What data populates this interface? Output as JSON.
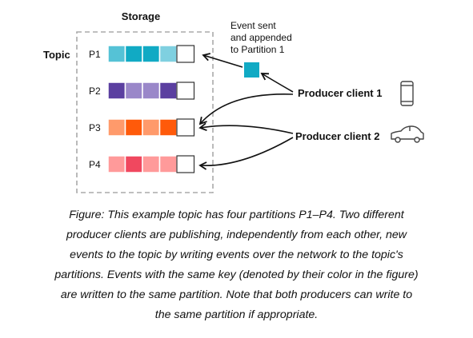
{
  "storage_label": "Storage",
  "topic_label": "Topic",
  "event_note": [
    "Event sent",
    "and appended",
    "to Partition 1"
  ],
  "partitions": [
    {
      "label": "P1",
      "cells": [
        "#55c2d6",
        "#11aac4",
        "#11aac4",
        "#7fd0e0",
        "#ffffff"
      ]
    },
    {
      "label": "P2",
      "cells": [
        "#5b3fa0",
        "#9a87c9",
        "#9a87c9",
        "#5b3fa0",
        "#ffffff"
      ]
    },
    {
      "label": "P3",
      "cells": [
        "#ff9a6b",
        "#ff5a0a",
        "#ff9a6b",
        "#ff5a0a",
        "#ffffff"
      ]
    },
    {
      "label": "P4",
      "cells": [
        "#ff9a9a",
        "#f0485f",
        "#ff9a9a",
        "#ff9a9a",
        "#ffffff"
      ]
    }
  ],
  "event_color": "#11aac4",
  "producers": [
    {
      "label": "Producer client 1",
      "icon": "phone-icon"
    },
    {
      "label": "Producer client 2",
      "icon": "car-icon"
    }
  ],
  "caption": [
    "Figure: This example topic has four partitions P1–P4. Two different",
    "producer clients are publishing, independently from each other, new",
    "events to the topic by writing events over the network to the topic's",
    "partitions. Events with the same key (denoted by their color in the figure)",
    "are written to the same partition. Note that both producers can write to",
    "the same partition if appropriate."
  ]
}
